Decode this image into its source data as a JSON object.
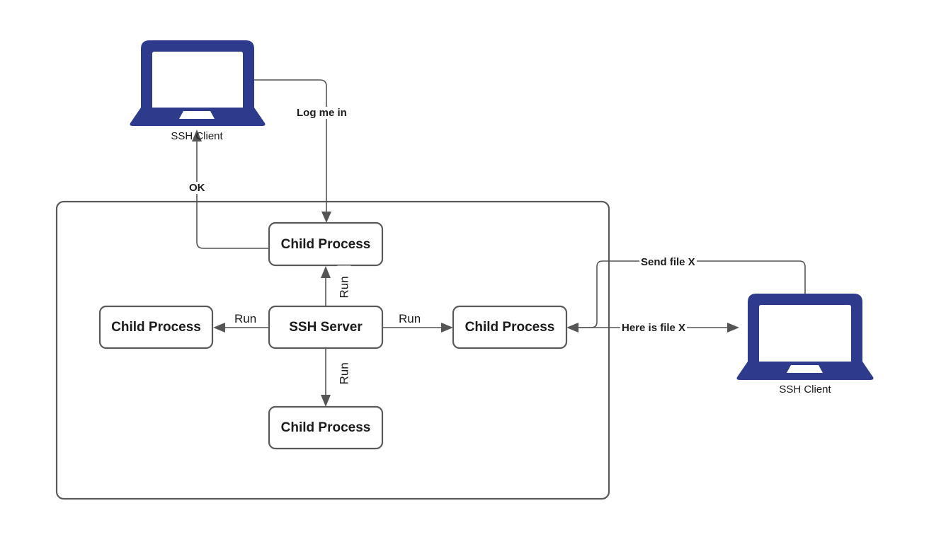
{
  "diagram": {
    "title": "SSH Server child process architecture",
    "colors": {
      "laptop": "#2e3a8c",
      "stroke": "#555555",
      "box_stroke": "#595959",
      "text": "#1b1b1b",
      "background": "#ffffff"
    },
    "container": {
      "name": "ssh-server-host"
    },
    "nodes": [
      {
        "id": "client-top",
        "label": "SSH Client",
        "kind": "laptop"
      },
      {
        "id": "client-right",
        "label": "SSH Client",
        "kind": "laptop"
      },
      {
        "id": "child-top",
        "label": "Child Process",
        "kind": "box"
      },
      {
        "id": "child-left",
        "label": "Child Process",
        "kind": "box"
      },
      {
        "id": "child-right",
        "label": "Child Process",
        "kind": "box"
      },
      {
        "id": "child-bottom",
        "label": "Child Process",
        "kind": "box"
      },
      {
        "id": "ssh-server",
        "label": "SSH Server",
        "kind": "box"
      }
    ],
    "edges": [
      {
        "id": "login",
        "label": "Log me in",
        "from": "client-top",
        "to": "child-top"
      },
      {
        "id": "ok",
        "label": "OK",
        "from": "child-top",
        "to": "client-top"
      },
      {
        "id": "run-up",
        "label": "Run",
        "from": "ssh-server",
        "to": "child-top"
      },
      {
        "id": "run-left",
        "label": "Run",
        "from": "ssh-server",
        "to": "child-left"
      },
      {
        "id": "run-right",
        "label": "Run",
        "from": "ssh-server",
        "to": "child-right"
      },
      {
        "id": "run-down",
        "label": "Run",
        "from": "ssh-server",
        "to": "child-bottom"
      },
      {
        "id": "send-file",
        "label": "Send file X",
        "from": "client-right",
        "to": "child-right"
      },
      {
        "id": "here-is-file",
        "label": "Here is file X",
        "from": "child-right",
        "to": "client-right"
      }
    ]
  }
}
